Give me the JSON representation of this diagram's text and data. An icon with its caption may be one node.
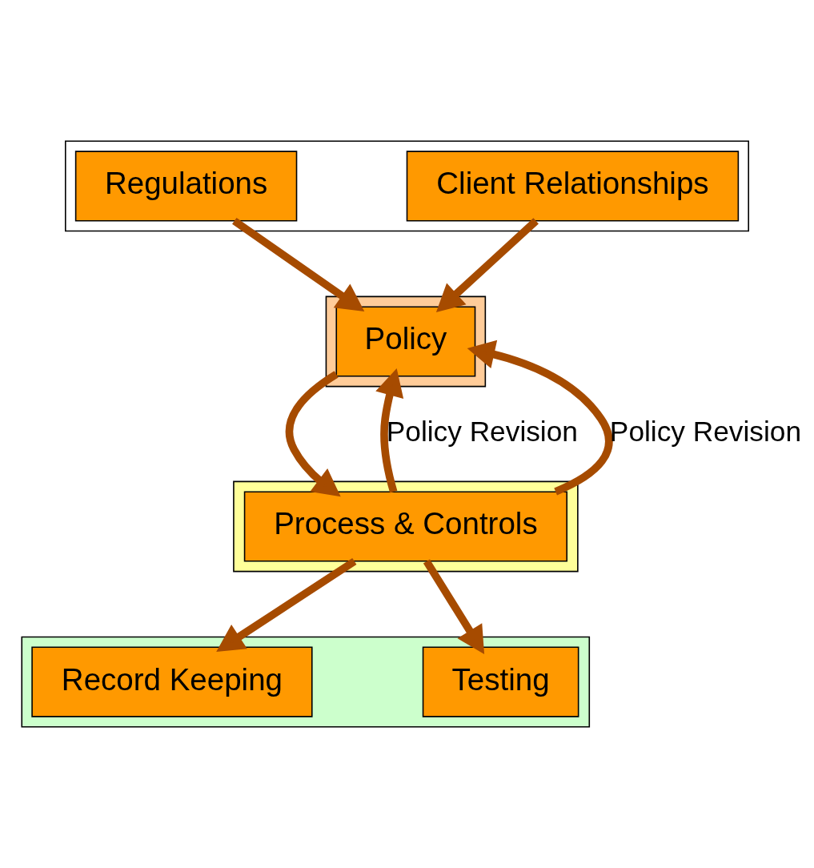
{
  "diagram": {
    "nodes": [
      {
        "text": [],
        "shape": "box"
      },
      {
        "text": [
          "Regulations"
        ],
        "in": 0
      },
      {
        "text": [
          "Client Relationships"
        ],
        "in": 0
      },
      {
        "text": [],
        "shape": "box"
      },
      {
        "text": [
          "Policy"
        ],
        "in": 3
      },
      {
        "text": [],
        "shape": "box"
      },
      {
        "text": [
          "Process & Controls"
        ],
        "in": 5
      },
      {
        "text": [],
        "shape": "box"
      },
      {
        "text": [
          "Record Keeping"
        ],
        "in": 7
      },
      {
        "text": [
          "Testing"
        ],
        "in": 7
      }
    ],
    "edges": [
      {
        "from": 1,
        "to": 4,
        "arrow": "to"
      },
      {
        "from": 2,
        "to": 4,
        "arrow": "to"
      },
      {
        "from": 4,
        "to": 6,
        "arrow": "to"
      },
      {
        "from": 6,
        "to": 4,
        "arrow": "to",
        "label": "Policy Revision"
      },
      {
        "from": 6,
        "to": 4,
        "arrow": "to",
        "label": "Policy Revision"
      },
      {
        "from": 6,
        "to": 8,
        "arrow": "to"
      },
      {
        "from": 6,
        "to": 9,
        "arrow": "to"
      }
    ]
  }
}
